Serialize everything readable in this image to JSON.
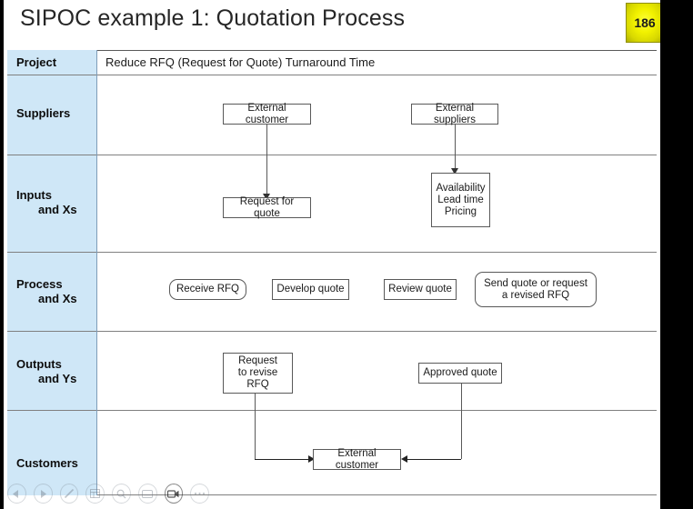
{
  "slide": {
    "title": "SIPOC example 1: Quotation Process",
    "page_number": "186",
    "badge_color": "#f2f200"
  },
  "table": {
    "project_label": "Project",
    "project_value": "Reduce RFQ (Request for Quote) Turnaround Time",
    "rows": [
      {
        "label_line1": "Suppliers",
        "label_line2": ""
      },
      {
        "label_line1": "Inputs",
        "label_line2": "and Xs"
      },
      {
        "label_line1": "Process",
        "label_line2": "and Xs"
      },
      {
        "label_line1": "Outputs",
        "label_line2": "and Ys"
      },
      {
        "label_line1": "Customers",
        "label_line2": ""
      }
    ]
  },
  "flow": {
    "suppliers": [
      {
        "text": "External customer"
      },
      {
        "text": "External suppliers"
      }
    ],
    "inputs": [
      {
        "text": "Request for quote"
      },
      {
        "line1": "Availability",
        "line2": "Lead time",
        "line3": "Pricing"
      }
    ],
    "process": [
      {
        "text": "Receive RFQ",
        "shape": "rounded"
      },
      {
        "text": "Develop quote",
        "shape": "rect"
      },
      {
        "text": "Review quote",
        "shape": "rect"
      },
      {
        "line1": "Send quote or request",
        "line2": "a revised RFQ",
        "shape": "rounded"
      }
    ],
    "outputs": [
      {
        "line1": "Request",
        "line2": "to revise RFQ"
      },
      {
        "text": "Approved quote"
      }
    ],
    "customers": [
      {
        "text": "External customer"
      }
    ]
  },
  "controls": [
    {
      "icon": "previous-icon"
    },
    {
      "icon": "next-icon"
    },
    {
      "icon": "pen-icon"
    },
    {
      "icon": "slide-grid-icon"
    },
    {
      "icon": "zoom-icon"
    },
    {
      "icon": "captions-icon"
    },
    {
      "icon": "camera-icon"
    },
    {
      "icon": "more-options-icon"
    }
  ]
}
